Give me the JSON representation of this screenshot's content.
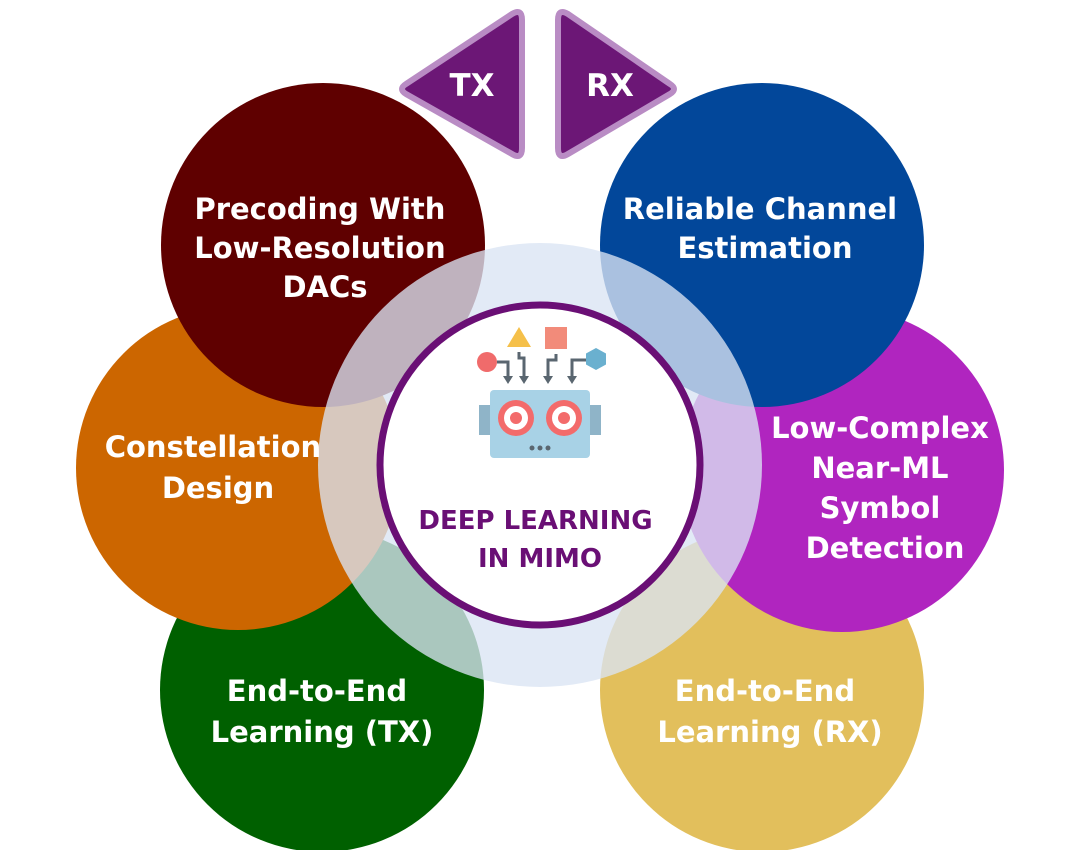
{
  "colors": {
    "tx_rx_arrows": "#6c1776",
    "precoding": "#5f0000",
    "constellation": "#cc6600",
    "e2e_tx": "#006000",
    "reliable": "#02479a",
    "low_complex": "#b025bf",
    "e2e_rx": "#e2bf5c",
    "center_border": "#6a0f75",
    "center_text": "#6a0f75",
    "halo": "#dae4f4"
  },
  "arrows": {
    "tx": {
      "label": "TX",
      "icon": "triangle-left-icon"
    },
    "rx": {
      "label": "RX",
      "icon": "triangle-right-icon"
    }
  },
  "petals": {
    "precoding": {
      "lines": [
        "Precoding With",
        "Low-Resolution",
        "DACs"
      ]
    },
    "constellation": {
      "lines": [
        "Constellation",
        "Design"
      ]
    },
    "e2e_tx": {
      "lines": [
        "End-to-End",
        "Learning (TX)"
      ]
    },
    "reliable": {
      "lines": [
        "Reliable Channel",
        "Estimation"
      ]
    },
    "low_complex": {
      "lines": [
        "Low-Complex",
        "Near-ML",
        "Symbol",
        "Detection"
      ]
    },
    "e2e_rx": {
      "lines": [
        "End-to-End",
        "Learning (RX)"
      ]
    }
  },
  "center": {
    "title_lines": [
      "DEEP LEARNING",
      "IN MIMO"
    ],
    "icon": "deep-learning-robot-icon"
  }
}
